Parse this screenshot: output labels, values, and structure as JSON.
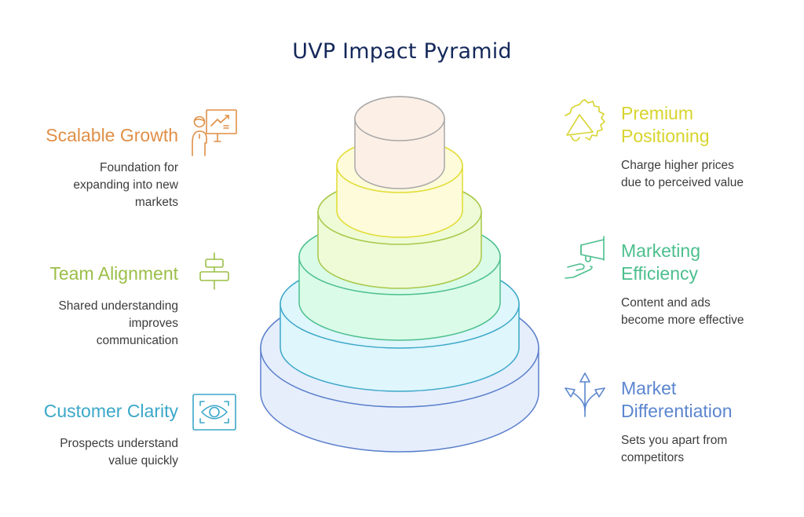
{
  "title": "UVP Impact Pyramid",
  "colors": {
    "title": "#14285a",
    "scalable_growth": "#e08f47",
    "team_alignment": "#9bbf47",
    "customer_clarity": "#3aa7c9",
    "premium_positioning": "#d8d42e",
    "marketing_efficiency": "#4cbf8d",
    "market_differentiation": "#5b86cf"
  },
  "pyramid": {
    "tiers": [
      {
        "name": "tier-1",
        "fill": "#fcefe6",
        "stroke": "#a8a8a8"
      },
      {
        "name": "tier-2",
        "fill": "#fdfbd9",
        "stroke": "#e1dc30"
      },
      {
        "name": "tier-3",
        "fill": "#eefbd6",
        "stroke": "#a9c84a"
      },
      {
        "name": "tier-4",
        "fill": "#dafbe8",
        "stroke": "#4cbf8d"
      },
      {
        "name": "tier-5",
        "fill": "#def6fc",
        "stroke": "#3aa7c9"
      },
      {
        "name": "tier-6",
        "fill": "#e6eefc",
        "stroke": "#5b7fcc"
      }
    ]
  },
  "left_items": [
    {
      "heading": "Scalable Growth",
      "description_lines": [
        "Foundation for",
        "expanding into new",
        "markets"
      ],
      "icon": "presentation-growth-icon"
    },
    {
      "heading": "Team Alignment",
      "description_lines": [
        "Shared understanding",
        "improves",
        "communication"
      ],
      "icon": "align-center-icon"
    },
    {
      "heading": "Customer Clarity",
      "description_lines": [
        "Prospects understand",
        "value quickly"
      ],
      "icon": "eye-scan-icon"
    }
  ],
  "right_items": [
    {
      "heading_lines": [
        "Premium",
        "Positioning"
      ],
      "description_lines": [
        "Charge higher prices",
        "due to perceived value"
      ],
      "icon": "badge-megaphone-icon"
    },
    {
      "heading_lines": [
        "Marketing",
        "Efficiency"
      ],
      "description_lines": [
        "Content and ads",
        "become more effective"
      ],
      "icon": "hand-megaphone-icon"
    },
    {
      "heading_lines": [
        "Market",
        "Differentiation"
      ],
      "description_lines": [
        "Sets you apart from",
        "competitors"
      ],
      "icon": "split-arrows-icon"
    }
  ]
}
